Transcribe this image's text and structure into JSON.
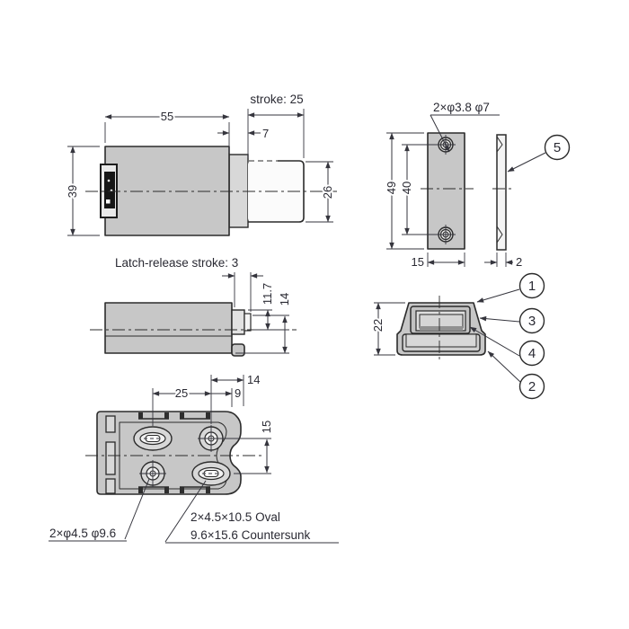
{
  "drawing": {
    "side_view": {
      "body_length": "55",
      "step_length": "7",
      "stroke_label": "stroke: 25",
      "body_height": "39",
      "plunger_height": "26"
    },
    "strike_plate": {
      "hole_note": "2×φ3.8 φ7",
      "height": "49",
      "hole_pitch": "40",
      "width": "15",
      "thickness": "2",
      "callout": "5"
    },
    "latched_view": {
      "title": "Latch-release stroke: 3",
      "latch_to_center": "11.7",
      "latch_height": "14"
    },
    "front_view": {
      "height": "22",
      "callout_housing": "1",
      "callout_case": "3",
      "callout_plunger": "4",
      "callout_base": "2"
    },
    "bottom_view": {
      "hole_pitch_x": "25",
      "edge_distance": "14",
      "slot_offset": "9",
      "hole_pitch_y": "15",
      "round_hole_note": "2×φ4.5 φ9.6",
      "oval_hole_note_line1": "2×4.5×10.5 Oval",
      "oval_hole_note_line2": "9.6×15.6 Countersunk"
    }
  },
  "colors": {
    "background": "#ffffff",
    "line": "#2b2b2b",
    "dim": "#35353d",
    "text": "#2a2a33",
    "body_fill": "#c7c7c7",
    "mid_fill": "#d8d8d8",
    "light_fill": "#f2f2f2"
  }
}
